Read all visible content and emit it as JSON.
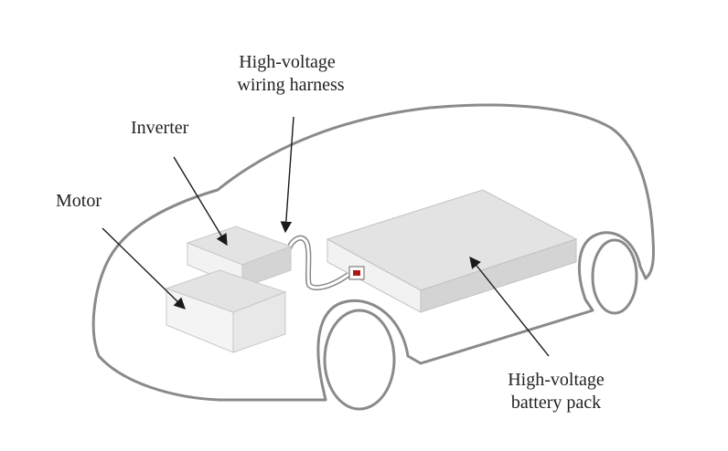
{
  "labels": {
    "harness_line1": "High-voltage",
    "harness_line2": "wiring harness",
    "inverter": "Inverter",
    "motor": "Motor",
    "battery_line1": "High-voltage",
    "battery_line2": "battery pack"
  },
  "colors": {
    "outline": "#8a8a8a",
    "component_top": "#e3e3e3",
    "component_front": "#f4f4f4",
    "component_side": "#d4d4d4",
    "leader_line": "#1a1a1a",
    "connector": "#b01818"
  }
}
